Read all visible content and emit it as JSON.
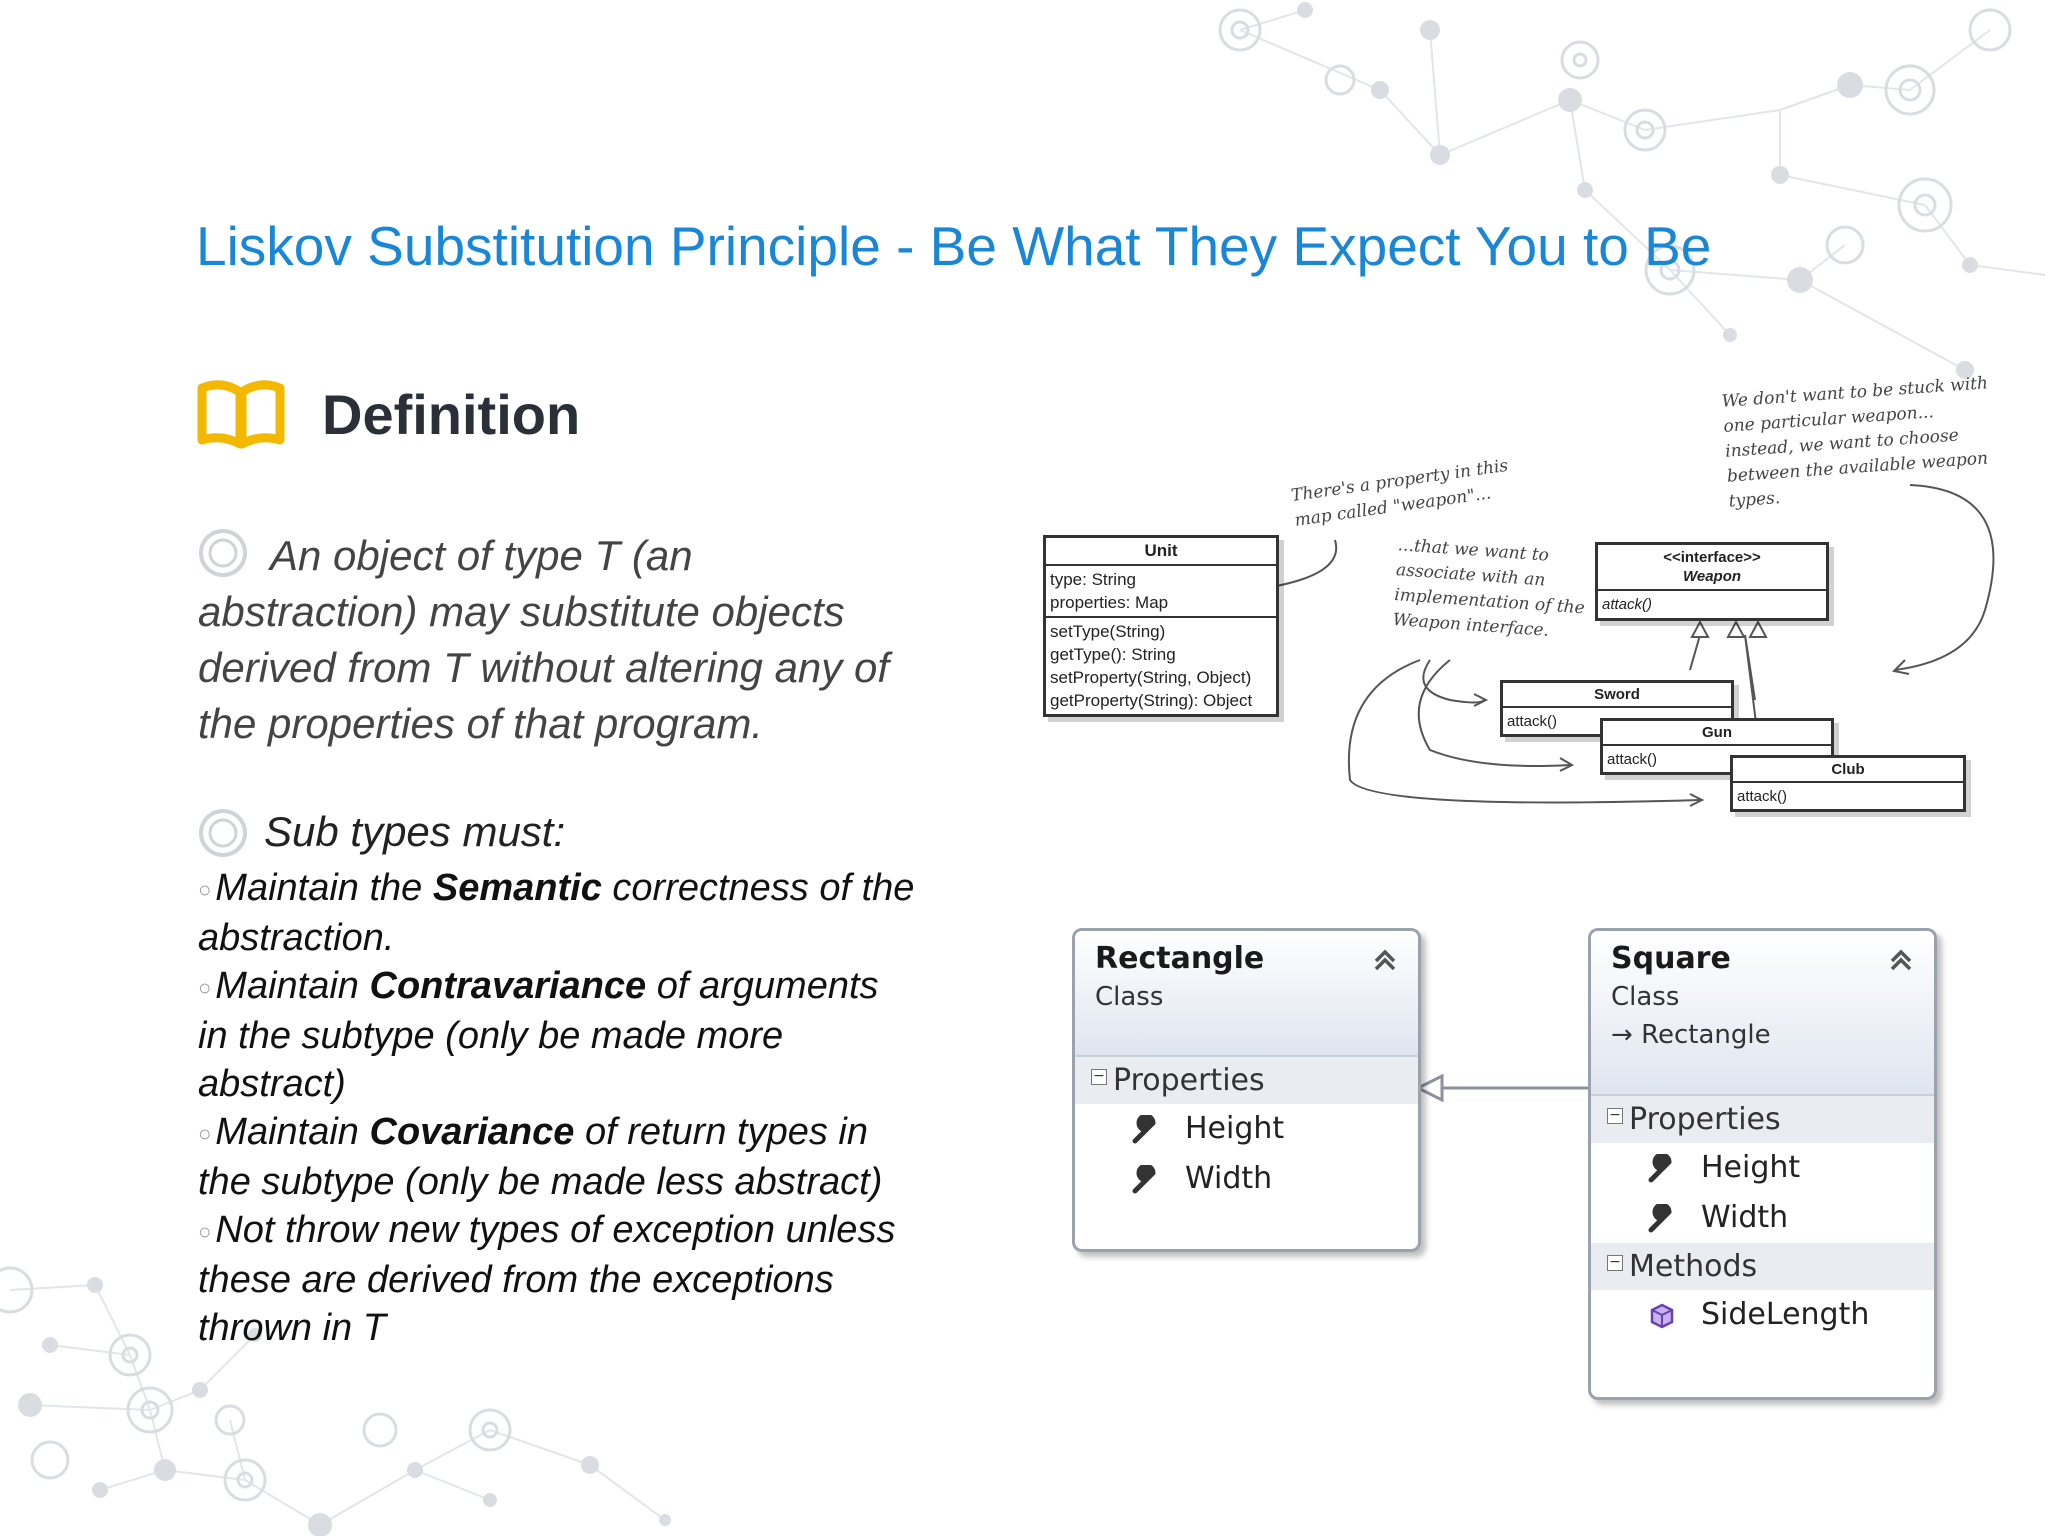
{
  "title": "Liskov Substitution Principle - Be What They Expect You to Be",
  "definition": {
    "heading": "Definition",
    "statement": "An object of type T (an abstraction) may substitute objects derived from T without altering any of the properties of that program.",
    "subtypes_intro": "Sub types must:",
    "rules": [
      {
        "pre": "Maintain the ",
        "bold": "Semantic",
        "post": " correctness of the abstraction."
      },
      {
        "pre": "Maintain ",
        "bold": "Contravariance",
        "post": " of arguments in the subtype (only be made more abstract)"
      },
      {
        "pre": "Maintain ",
        "bold": "Covariance",
        "post": " of return types in the subtype (only be made less abstract)"
      },
      {
        "pre": "Not throw new types of  exception unless these are derived from the exceptions thrown in T",
        "bold": "",
        "post": ""
      }
    ]
  },
  "uml_sketch": {
    "unit": {
      "name": "Unit",
      "fields": [
        "type: String",
        "properties: Map"
      ],
      "methods": [
        "setType(String)",
        "getType(): String",
        "setProperty(String, Object)",
        "getProperty(String): Object"
      ]
    },
    "weapon": {
      "stereotype": "<<interface>>",
      "name": "Weapon",
      "methods": [
        "attack()"
      ]
    },
    "sword": {
      "name": "Sword",
      "methods": [
        "attack()"
      ]
    },
    "gun": {
      "name": "Gun",
      "methods": [
        "attack()"
      ]
    },
    "club": {
      "name": "Club",
      "methods": [
        "attack()"
      ]
    },
    "note_property": "There's a property in this map called \"weapon\"...",
    "note_associate": "...that we want to associate with an implementation of the Weapon interface.",
    "note_stuck": "We don't want to be stuck with one particular weapon... instead, we want to choose between the available weapon types."
  },
  "class_diagram": {
    "rectangle": {
      "name": "Rectangle",
      "kind": "Class",
      "group": "Properties",
      "properties": [
        "Height",
        "Width"
      ]
    },
    "square": {
      "name": "Square",
      "kind": "Class",
      "base": "Rectangle",
      "group_properties": "Properties",
      "properties": [
        "Height",
        "Width"
      ],
      "group_methods": "Methods",
      "methods": [
        "SideLength"
      ]
    }
  },
  "colors": {
    "title": "#1a87d6",
    "book_icon": "#f5b800",
    "network": "#d9dde2"
  },
  "icons": [
    "book-icon",
    "circle-bullet-icon",
    "wrench-icon",
    "method-cube-icon",
    "collapse-chevron-icon",
    "inherit-arrow-icon"
  ]
}
